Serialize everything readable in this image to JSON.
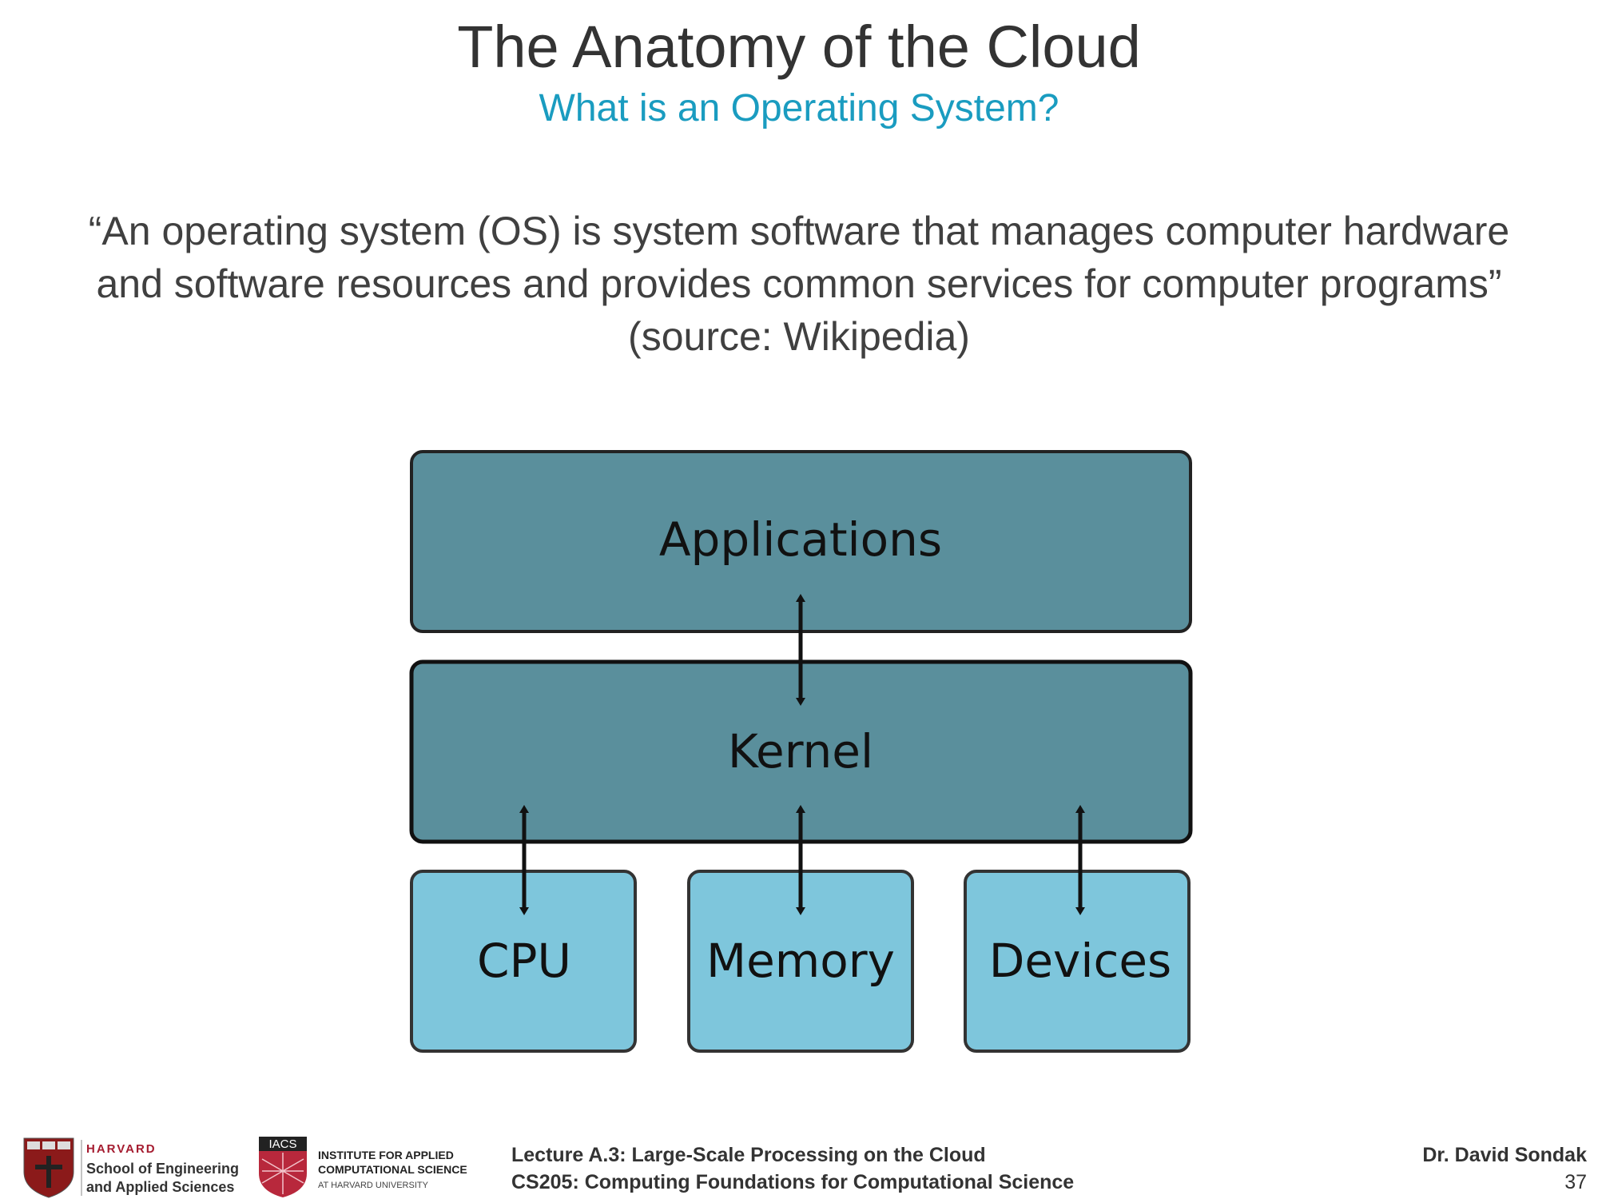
{
  "slide": {
    "title": "The Anatomy of the Cloud",
    "subtitle": "What is an Operating System?",
    "quote_line1": "“An operating system (OS) is system software that manages computer hardware",
    "quote_line2": "and software resources and provides common services for computer programs”",
    "quote_source": "(source: Wikipedia)"
  },
  "diagram": {
    "layers": {
      "applications": "Applications",
      "kernel": "Kernel",
      "cpu": "CPU",
      "memory": "Memory",
      "devices": "Devices"
    },
    "colors": {
      "upper_fill": "#5a8f9c",
      "hardware_fill": "#7ec6dc",
      "stroke": "#222222"
    }
  },
  "footer": {
    "seas_logo": {
      "line1": "HARVARD",
      "line2": "School of Engineering",
      "line3": "and Applied Sciences"
    },
    "iacs_logo": {
      "badge": "IACS",
      "line1": "INSTITUTE FOR APPLIED",
      "line2": "COMPUTATIONAL SCIENCE",
      "line3": "AT HARVARD UNIVERSITY"
    },
    "lecture": "Lecture A.3: Large-Scale Processing on the Cloud",
    "course": "CS205: Computing Foundations for Computational Science",
    "author": "Dr. David Sondak",
    "page_number": "37"
  }
}
